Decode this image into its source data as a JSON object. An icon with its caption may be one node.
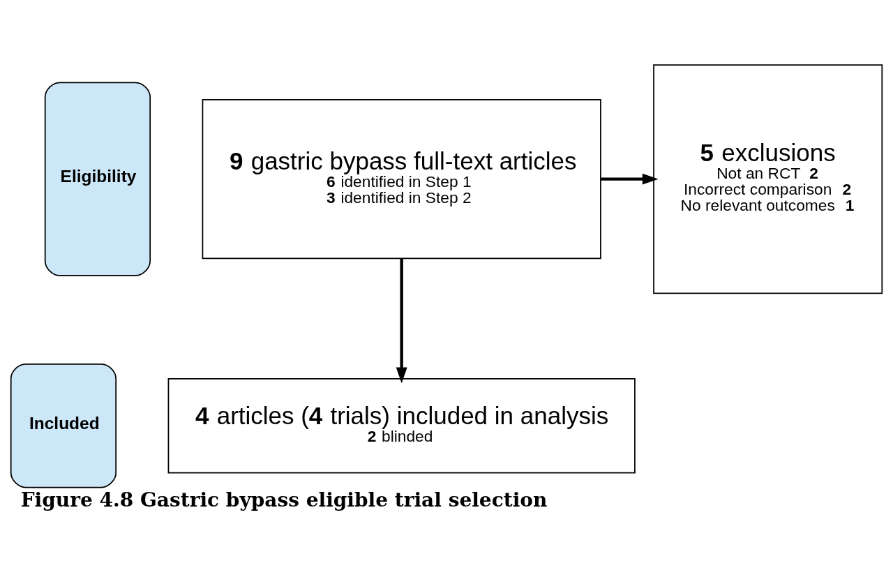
{
  "diagram": {
    "caption": "Figure 4.8 Gastric bypass eligible trial selection",
    "nodes": [
      {
        "text": [
          "Eligibility"
        ]
      },
      {
        "text": [
          "Included"
        ]
      },
      {
        "text": [
          "**9** gastric bypass full-text articles",
          "**6** identified in Step 1",
          "**3** identified in Step 2"
        ]
      },
      {
        "text": [
          "**5** exclusions",
          "Not an RCT **2**",
          "Incorrect comparison **2**",
          "No relevant outcomes **1**"
        ]
      },
      {
        "text": [
          "**4** articles (**4** trials) included in analysis",
          "**2** blinded"
        ]
      }
    ],
    "edges": [
      {
        "from": 2,
        "to": 3,
        "arrow": "to"
      },
      {
        "from": 2,
        "to": 4,
        "arrow": "to"
      }
    ]
  }
}
